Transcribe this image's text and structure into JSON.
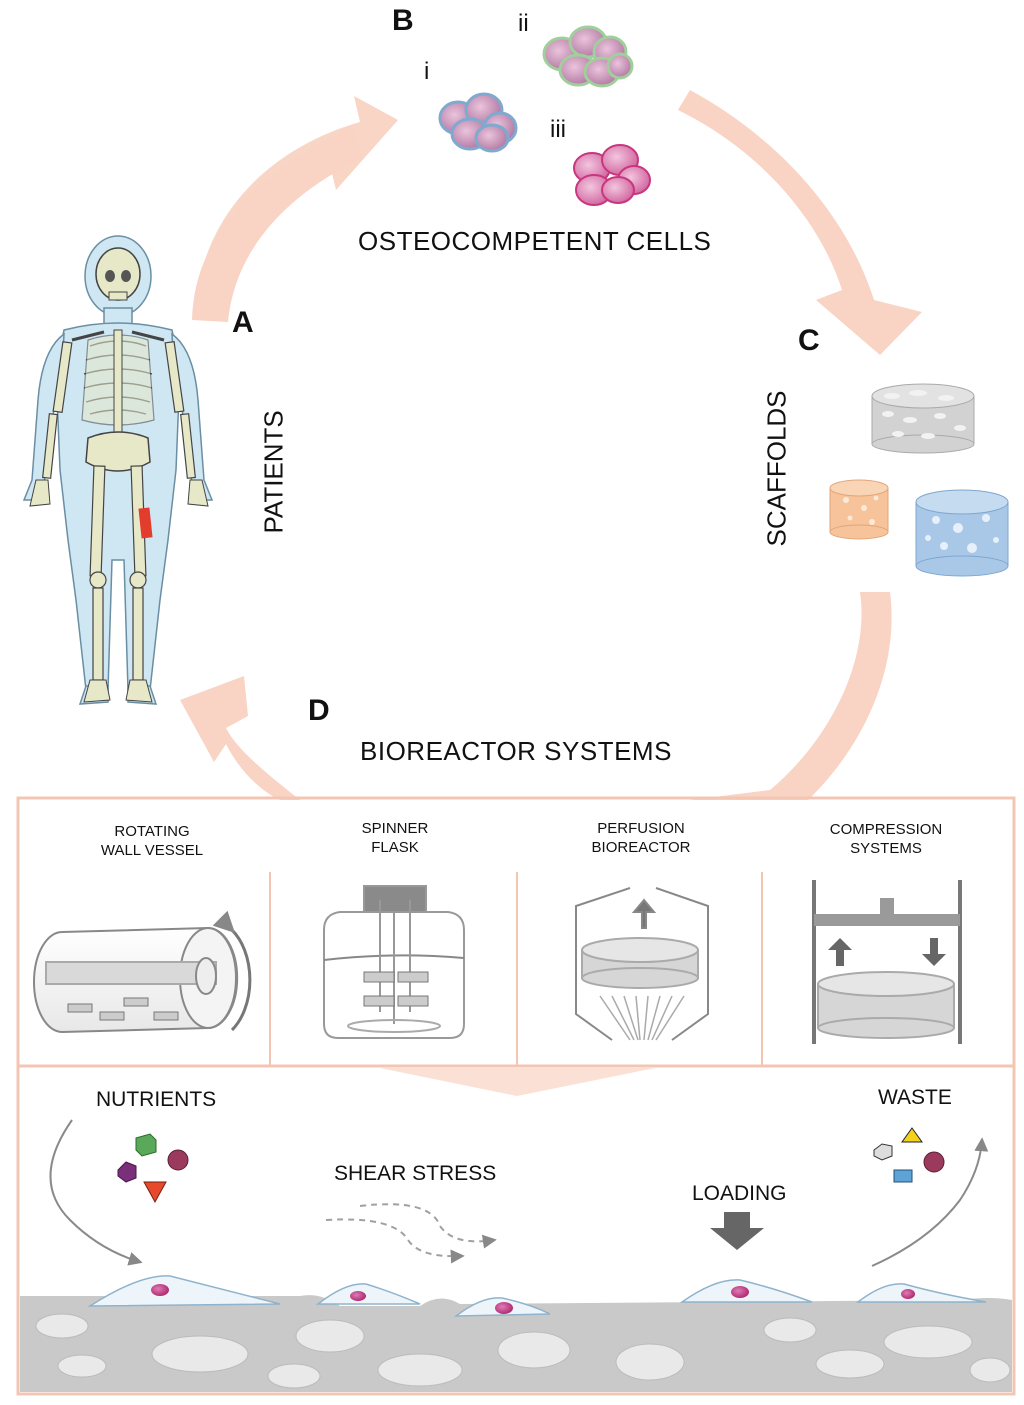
{
  "panels": {
    "A": {
      "letter": "A",
      "title": "PATIENTS"
    },
    "B": {
      "letter": "B",
      "title": "OSTEOCOMPETENT CELLS",
      "cell_types": [
        "i",
        "ii",
        "iii"
      ]
    },
    "C": {
      "letter": "C",
      "title": "SCAFFOLDS"
    },
    "D": {
      "letter": "D",
      "title": "BIOREACTOR SYSTEMS"
    }
  },
  "bioreactors": [
    {
      "line1": "ROTATING",
      "line2": "WALL VESSEL"
    },
    {
      "line1": "SPINNER",
      "line2": "FLASK"
    },
    {
      "line1": "PERFUSION",
      "line2": "BIOREACTOR"
    },
    {
      "line1": "COMPRESSION",
      "line2": "SYSTEMS"
    }
  ],
  "cell_environment": {
    "nutrients": "NUTRIENTS",
    "waste": "WASTE",
    "shear_stress": "SHEAR STRESS",
    "loading": "LOADING"
  },
  "colors": {
    "cycle_arrow": "#f9d3c3",
    "frame": "#f2c6b3",
    "body": "#cfe6f3",
    "bone": "#e7e8c8",
    "implant": "#e23c2c",
    "cell_pink": "#d59ac0",
    "cell_magenta": "#c8367e",
    "scaffold_grey": "#d2d2d2",
    "scaffold_orange": "#f6c39a",
    "scaffold_blue": "#a9c8e8",
    "substrate": "#c9c9c9"
  }
}
